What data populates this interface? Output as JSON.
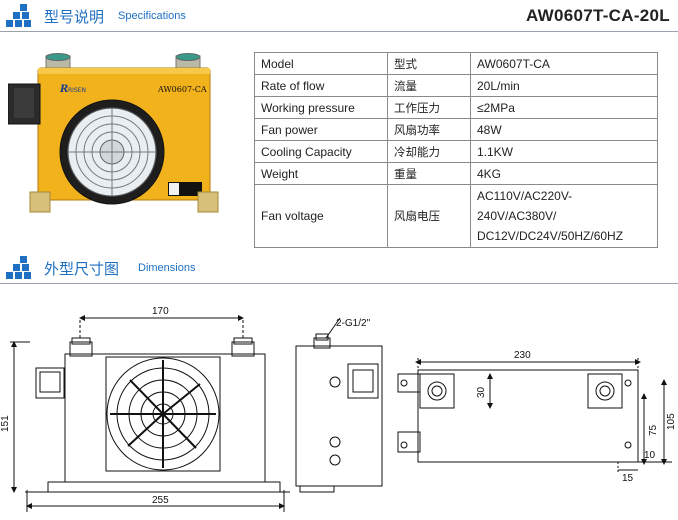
{
  "header_specs": {
    "cn": "型号说明",
    "en": "Specifications"
  },
  "model_title": "AW0607T-CA-20L",
  "spec_rows": [
    {
      "en": "Model",
      "cn": "型式",
      "value": "AW0607T-CA"
    },
    {
      "en": "Rate of flow",
      "cn": "流量",
      "value": "20L/min"
    },
    {
      "en": "Working pressure",
      "cn": "工作压力",
      "value": "≤2MPa"
    },
    {
      "en": "Fan power",
      "cn": "风扇功率",
      "value": "48W"
    },
    {
      "en": "Cooling Capacity",
      "cn": "冷却能力",
      "value": "1.1KW"
    },
    {
      "en": "Weight",
      "cn": "重量",
      "value": "4KG"
    },
    {
      "en": "Fan voltage",
      "cn": "风扇电压",
      "value": "AC110V/AC220V-240V/AC380V/",
      "value2": "DC12V/DC24V/50HZ/60HZ"
    }
  ],
  "product": {
    "brand": "RISEN",
    "model_label": "AW0607-CA"
  },
  "header_dims": {
    "cn": "外型尺寸图",
    "en": "Dimensions"
  },
  "dimensions": {
    "front_top": "170",
    "front_height": "151",
    "front_bottom": "255",
    "port_thread": "2-G1/2\"",
    "top_width": "230",
    "top_port": "30",
    "top_75": "75",
    "top_105": "105",
    "top_10": "10",
    "top_15": "15"
  },
  "colors": {
    "accent": "#1f6fc2",
    "product_body": "#f2b21b"
  }
}
